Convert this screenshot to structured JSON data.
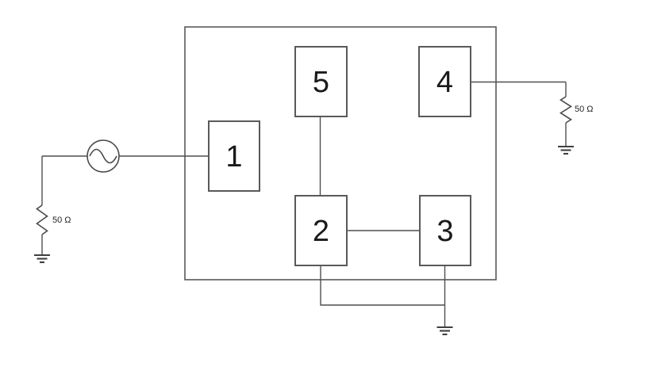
{
  "diagram": {
    "type": "circuit-block-diagram",
    "blocks": [
      {
        "label": "1"
      },
      {
        "label": "2"
      },
      {
        "label": "3"
      },
      {
        "label": "4"
      },
      {
        "label": "5"
      }
    ],
    "resistors": {
      "input": {
        "label": "50 Ω"
      },
      "output": {
        "label": "50 Ω"
      }
    },
    "icons": {
      "source": "ac-sine-source-icon",
      "ground": "earth-ground-icon",
      "resistor": "zigzag-resistor-icon"
    },
    "colors": {
      "stroke": "#595959",
      "wire": "#4f4f4f",
      "text": "#1a1a1a",
      "background": "#ffffff"
    }
  }
}
